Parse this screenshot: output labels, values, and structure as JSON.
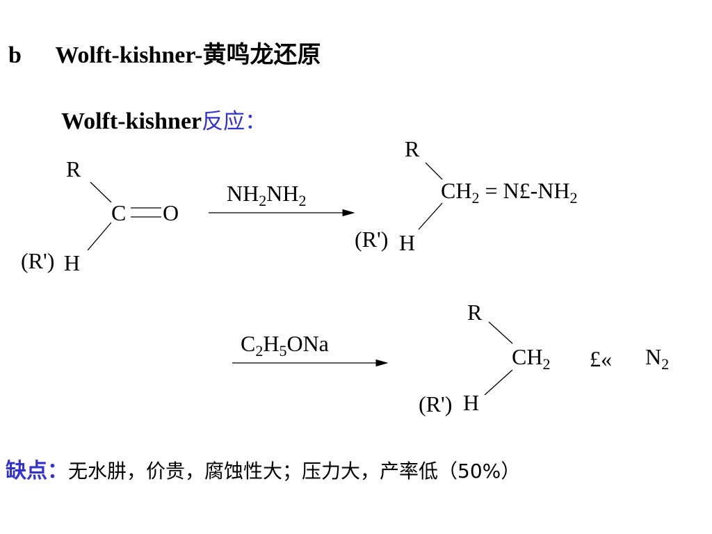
{
  "heading": {
    "label": "b",
    "title_latin": "Wolft-kishner-",
    "title_cjk": "黄鸣龙还原"
  },
  "subheading": {
    "name": "Wolft-kishner",
    "suffix": "反应："
  },
  "scheme": {
    "reactant": {
      "top": "R",
      "center_left": "C",
      "center_right": "O",
      "bottom_prefix": "(R')",
      "bottom": "H"
    },
    "reagent1": {
      "part1": "NH",
      "sub1": "2",
      "part2": "NH",
      "sub2": "2"
    },
    "intermediate": {
      "top": "R",
      "center": "CH",
      "center_sub": "2",
      "tail": " = N£-NH",
      "tail_sub": "2",
      "bottom_prefix": "(R')",
      "bottom": "H"
    },
    "reagent2": {
      "c": "C",
      "c_sub": "2",
      "h": "H",
      "h_sub": "5",
      "rest": "ONa"
    },
    "product": {
      "top": "R",
      "center": "CH",
      "center_sub": "2",
      "plus": "£«",
      "byproduct": "N",
      "byproduct_sub": "2",
      "bottom_prefix": "(R')",
      "bottom": "H"
    }
  },
  "drawbacks": {
    "label": "缺点：",
    "text": "无水肼，价贵，腐蚀性大；压力大，产率低（50%）"
  },
  "colors": {
    "accent_blue": "#3333cc",
    "text": "#000000",
    "background": "#ffffff"
  }
}
